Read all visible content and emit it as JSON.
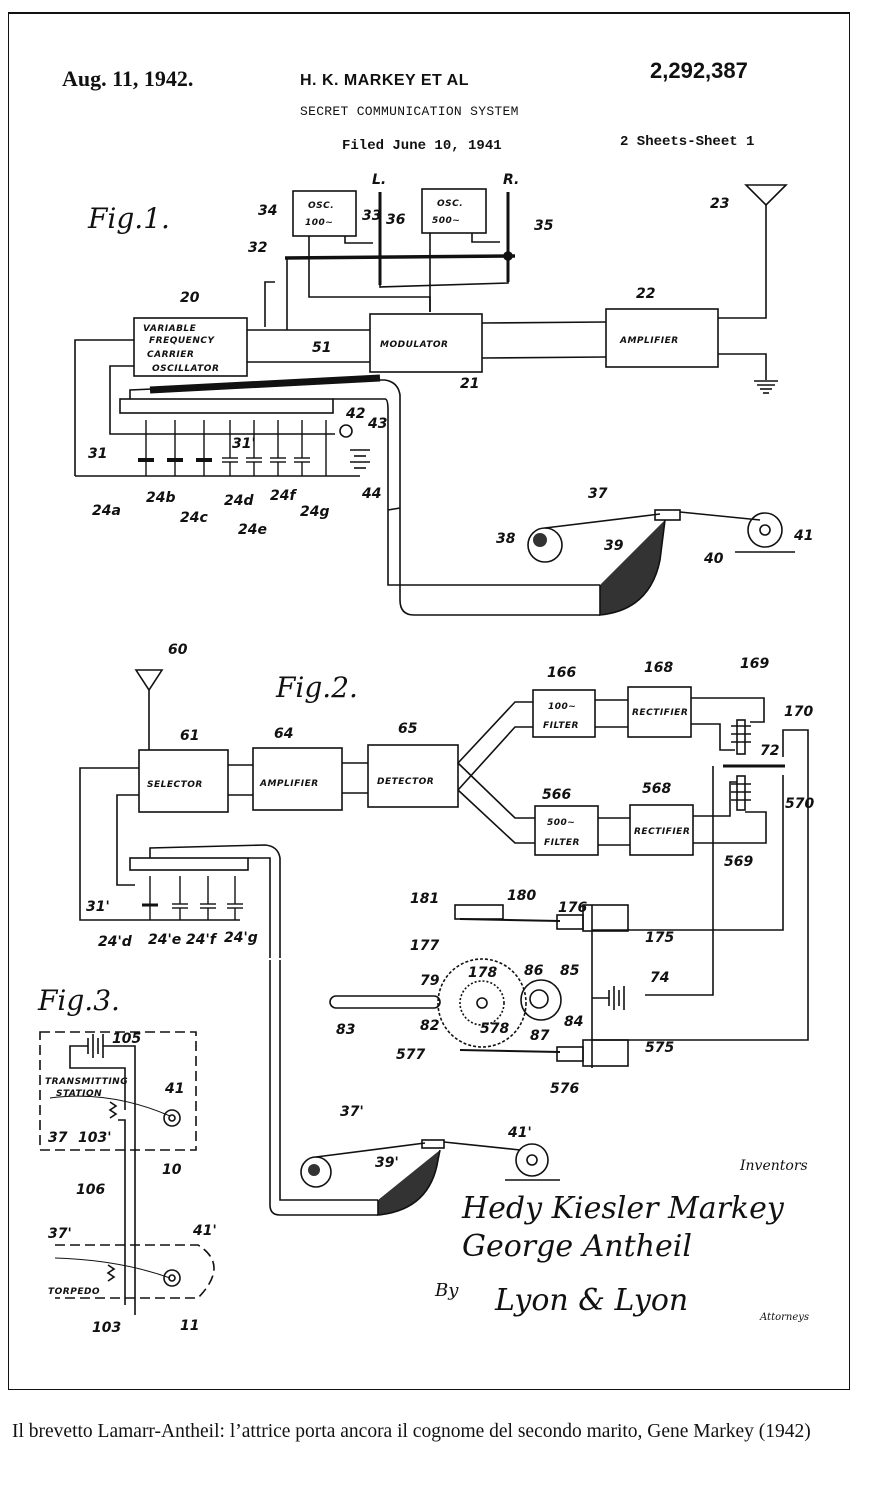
{
  "patent": {
    "date": "Aug. 11, 1942.",
    "inventors_header": "H. K. MARKEY ET AL",
    "patent_number": "2,292,387",
    "title": "SECRET COMMUNICATION SYSTEM",
    "filed": "Filed June 10, 1941",
    "sheets": "2 Sheets-Sheet 1"
  },
  "figures": {
    "fig1": {
      "title": "Fig.1.",
      "blocks": {
        "osc100": [
          "OSC.",
          "100~"
        ],
        "osc500": [
          "OSC.",
          "500~"
        ],
        "vfco": [
          "VARIABLE",
          "FREQUENCY",
          "CARRIER",
          "OSCILLATOR"
        ],
        "modulator": "MODULATOR",
        "amplifier": "AMPLIFIER"
      },
      "labels": [
        "34",
        "33",
        "36",
        "35",
        "L.",
        "R.",
        "32",
        "20",
        "22",
        "23",
        "51",
        "21",
        "31",
        "31'",
        "42",
        "43",
        "44",
        "24a",
        "24b",
        "24c",
        "24d",
        "24e",
        "24f",
        "24g",
        "37",
        "38",
        "39",
        "40",
        "41"
      ]
    },
    "fig2": {
      "title": "Fig.2.",
      "blocks": {
        "selector": "SELECTOR",
        "amplifier": "AMPLIFIER",
        "detector": "DETECTOR",
        "filter100": [
          "100~",
          "FILTER"
        ],
        "filter500": [
          "500~",
          "FILTER"
        ],
        "rectifier1": "RECTIFIER",
        "rectifier2": "RECTIFIER"
      },
      "labels": [
        "60",
        "61",
        "64",
        "65",
        "166",
        "168",
        "169",
        "170",
        "72",
        "570",
        "566",
        "568",
        "569",
        "31'",
        "24'd",
        "24'e",
        "24'f",
        "24'g",
        "181",
        "180",
        "176",
        "175",
        "177",
        "178",
        "79",
        "86",
        "85",
        "74",
        "83",
        "82",
        "578",
        "87",
        "84",
        "577",
        "575",
        "576",
        "37'",
        "39'",
        "41'"
      ]
    },
    "fig3": {
      "title": "Fig.3.",
      "texts": {
        "station": [
          "TRANSMITTING",
          "STATION"
        ],
        "torpedo": "TORPEDO"
      },
      "labels": [
        "105",
        "41",
        "37",
        "103'",
        "10",
        "106",
        "37'",
        "41'",
        "103",
        "11"
      ]
    }
  },
  "signature": {
    "inventors_label": "Inventors",
    "name1": "Hedy Kiesler Markey",
    "name2": "George Antheil",
    "by": "By",
    "attorneys_sig": "Lyon & Lyon",
    "attorneys_label": "Attorneys"
  },
  "caption": "Il brevetto Lamarr-Antheil: l’attrice porta ancora il cognome del secondo marito, Gene Markey (1942)"
}
